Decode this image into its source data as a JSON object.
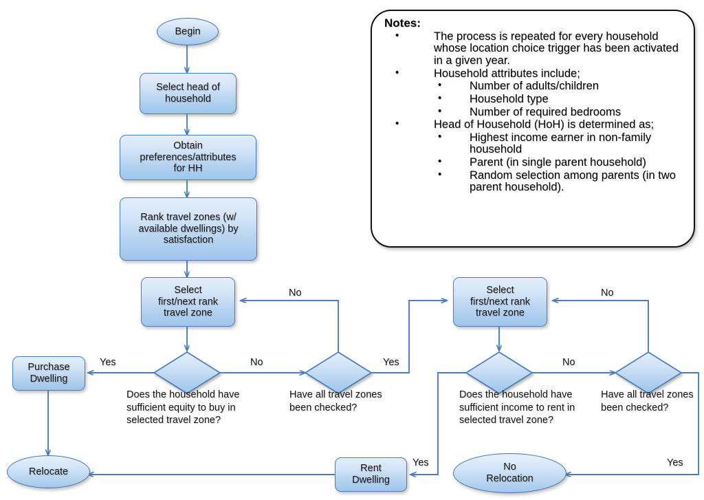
{
  "diagram": {
    "title": "Household residential location choice flowchart",
    "colors": {
      "node_fill_top": "#e4eefb",
      "node_fill_bottom": "#9ec6ea",
      "node_border": "#4a7ebb",
      "connector": "#4a7ebb",
      "notes_border": "#111111",
      "text": "#1a1a1a"
    }
  },
  "nodes": {
    "begin": "Begin",
    "select_head": "Select head of\nhousehold",
    "obtain_prefs": "Obtain\npreferences/attributes\nfor HH",
    "rank_zones": "Rank travel zones (w/\navailable dwellings) by\nsatisfaction",
    "select_zone_buy": "Select\nfirst/next rank\ntravel zone",
    "select_zone_rent": "Select\nfirst/next rank\ntravel zone",
    "purchase_dwelling": "Purchase\nDwelling",
    "rent_dwelling": "Rent\nDwelling",
    "relocate": "Relocate",
    "no_relocation": "No\nRelocation"
  },
  "questions": {
    "equity": "Does the household have\nsufficient equity to buy in\nselected travel zone?",
    "all_checked_buy": "Have all travel zones\nbeen checked?",
    "income": "Does the household have\nsufficient income to rent in\nselected travel zone?",
    "all_checked_rent": "Have all travel zones\nbeen checked?"
  },
  "edge_labels": {
    "equity_yes": "Yes",
    "equity_no": "No",
    "all_checked_buy_no": "No",
    "all_checked_buy_yes": "Yes",
    "income_no": "No",
    "income_yes": "Yes",
    "all_checked_rent_no": "No",
    "all_checked_rent_yes": "Yes"
  },
  "notes": {
    "title": "Notes:",
    "bullet": "•",
    "items": [
      {
        "level": 1,
        "text": "The process is repeated for every household whose location choice trigger has been activated in a given year."
      },
      {
        "level": 1,
        "text": "Household attributes include;"
      },
      {
        "level": 2,
        "text": "Number of adults/children"
      },
      {
        "level": 2,
        "text": "Household type"
      },
      {
        "level": 2,
        "text": "Number of required bedrooms"
      },
      {
        "level": 1,
        "text": "Head of Household (HoH) is determined as;"
      },
      {
        "level": 2,
        "text": "Highest income earner in non-family household"
      },
      {
        "level": 2,
        "text": "Parent (in single parent household)"
      },
      {
        "level": 2,
        "text": "Random selection among parents (in two parent household)."
      }
    ]
  }
}
